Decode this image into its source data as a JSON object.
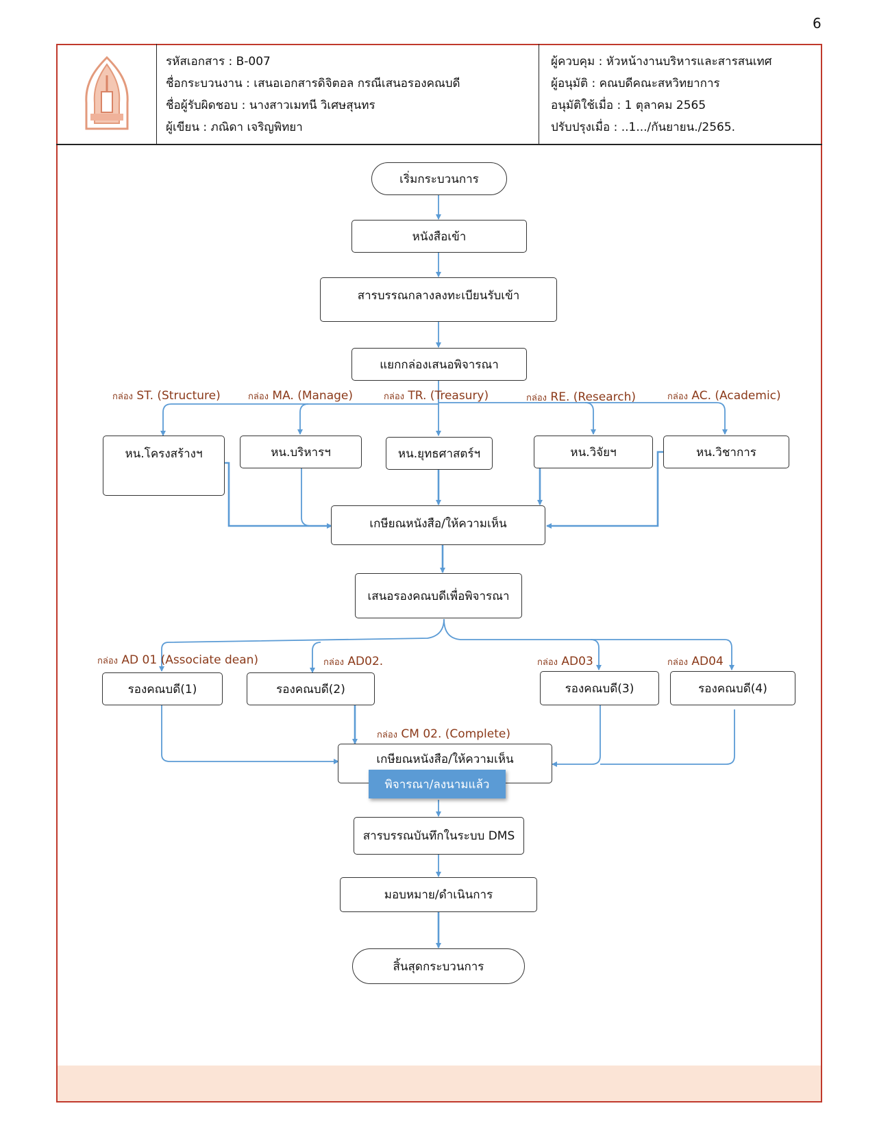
{
  "page_number": "6",
  "header": {
    "left": [
      "รหัสเอกสาร : B-007",
      "ชื่อกระบวนงาน : เสนอเอกสารดิจิตอล กรณีเสนอรองคณบดี",
      "ชื่อผู้รับผิดชอบ : นางสาวเมทนี วิเศษสุนทร",
      "ผู้เขียน : ภณิดา   เจริญพิทยา"
    ],
    "right": [
      "ผู้ควบคุม : หัวหน้างานบริหารและสารสนเทศ",
      "ผู้อนุมัติ : คณบดีคณะสหวิทยาการ",
      "อนุมัติใช้เมื่อ : 1 ตุลาคม 2565",
      "ปรับปรุงเมื่อ : ..1.../กันยายน./2565."
    ]
  },
  "nodes": {
    "start": "เริ่มกระบวนการ",
    "incoming": "หนังสือเข้า",
    "register": "สารบรรณกลางลงทะเบียนรับเข้า",
    "sort": "แยกกล่องเสนอพิจารณา",
    "unit_structure": "หน.โครงสร้างฯ",
    "unit_manage": "หน.บริหารฯ",
    "unit_strategy": "หน.ยุทธศาสตร์ฯ",
    "unit_research": "หน.วิจัยฯ",
    "unit_academic": "หน.วิชาการ",
    "comment1": "เกษียณหนังสือ/ให้ความเห็น",
    "propose": "เสนอรองคณบดีเพื่อพิจารณา",
    "vice1": "รองคณบดี(1)",
    "vice2": "รองคณบดี(2)",
    "vice3": "รองคณบดี(3)",
    "vice4": "รองคณบดี(4)",
    "comment2": "เกษียณหนังสือ/ให้ความเห็น",
    "signed": "พิจารณา/ลงนามแล้ว",
    "dms": "สารบรรณบันทึกในระบบ DMS",
    "assign": "มอบหมาย/ดำเนินการ",
    "end": "สิ้นสุดกระบวนการ"
  },
  "branch_labels": {
    "box_prefix": "กล่อง",
    "st": "ST. (Structure)",
    "ma": "MA. (Manage)",
    "tr": "TR. (Treasury)",
    "re": "RE. (Research)",
    "ac": "AC. (Academic)",
    "ad01": "AD 01  (Associate dean)",
    "ad02": "AD02.",
    "ad03": "AD03",
    "ad04": "AD04",
    "cm02": "CM 02. (Complete)"
  },
  "colors": {
    "frame": "#c0392b",
    "connector": "#5b9bd5",
    "label": "#8b3a1a",
    "footer": "#fbe4d6"
  }
}
